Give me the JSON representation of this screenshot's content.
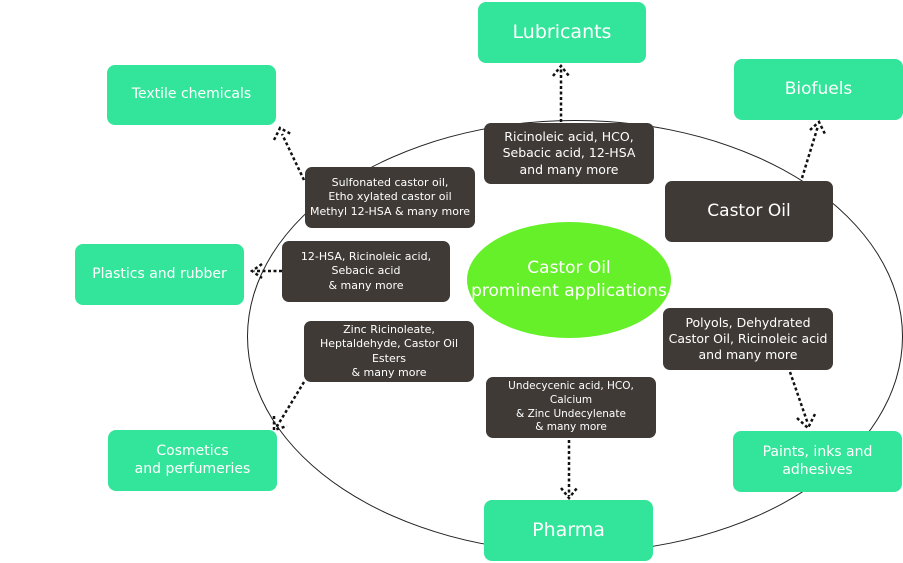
{
  "center": {
    "label": "Castor Oil\nprominent applications"
  },
  "castor_oil_label": "Castor Oil",
  "applications": {
    "lubricants": "Lubricants",
    "textile": "Textile chemicals",
    "biofuels": "Biofuels",
    "plastics": "Plastics and rubber",
    "cosmetics": "Cosmetics\nand perfumeries",
    "paints": "Paints, inks and\nadhesives",
    "pharma": "Pharma"
  },
  "derivatives": {
    "lubricants": "Ricinoleic acid, HCO,\nSebacic acid, 12-HSA\nand many more",
    "textile": "Sulfonated castor oil,\nEtho xylated castor oil\nMethyl 12-HSA & many more",
    "plastics": "12-HSA, Ricinoleic acid,\nSebacic acid\n& many more",
    "cosmetics": "Zinc Ricinoleate,\nHeptaldehyde, Castor Oil Esters\n& many more",
    "pharma": "Undecycenic acid,  HCO, Calcium\n& Zinc Undecylenate\n& many more",
    "paints": "Polyols, Dehydrated\nCastor Oil, Ricinoleic acid\nand many more"
  },
  "colors": {
    "application_box": "#33e59a",
    "derivative_box": "#3f3a36",
    "center": "#66f02a"
  }
}
